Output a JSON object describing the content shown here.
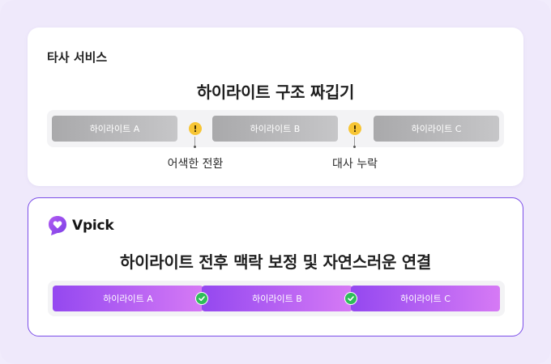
{
  "competitor_card": {
    "label": "타사 서비스",
    "heading": "하이라이트 구조 짜깁기",
    "segments": [
      "하이라이트 A",
      "하이라이트 B",
      "하이라이트 C"
    ],
    "issues": [
      "어색한 전환",
      "대사 누락"
    ],
    "issue_icon": "warning-icon",
    "issue_color": "#f7c534"
  },
  "vpick_card": {
    "brand": "Vpick",
    "logo_icon": "heart-bubble-logo",
    "heading": "하이라이트 전후 맥락 보정 및 자연스러운 연결",
    "segments": [
      "하이라이트 A",
      "하이라이트 B",
      "하이라이트 C"
    ],
    "joint_icon": "check-icon",
    "accent": "#9448f0",
    "check_color": "#2ebd5a"
  }
}
